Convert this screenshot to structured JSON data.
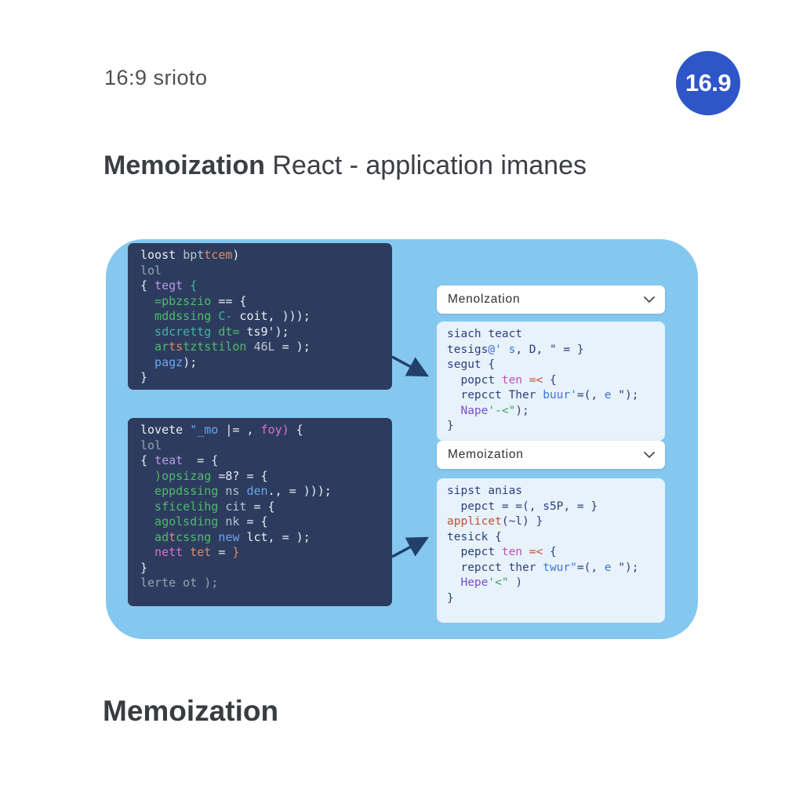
{
  "header": {
    "top_left_label": "16:9 srioto",
    "badge_text": "16.9"
  },
  "title": {
    "bold": "Memoization",
    "rest": " React - application imanes"
  },
  "footer": {
    "label": "Memoization"
  },
  "panel": {
    "dropdowns": [
      {
        "label": "Menolzation",
        "icon": "chevron-down"
      },
      {
        "label": "Memoization",
        "icon": "chevron-down"
      }
    ],
    "arrow_icons": [
      "flow-arrow-down-right",
      "flow-arrow-up-right"
    ]
  },
  "theme": {
    "badge_bg": "#2e56c9",
    "panel_bg": "#85c8ef",
    "dark_code_bg": "#2d3c5e",
    "light_code_bg": "#e7f2fb",
    "arrow_color": "#23406b"
  },
  "token_colors": {
    "w": "#e9edf4",
    "g": "#99a2b3",
    "lg": "#b9c2d0",
    "pu": "#b79ae4",
    "gr": "#4fba6b",
    "te": "#43b3a2",
    "or": "#dd8b66",
    "bl": "#6aa4f0",
    "pk": "#d870cc",
    "n": "#2d3f7c",
    "ma": "#c24fb5",
    "rd": "#c84b32",
    "b2": "#3f73d6",
    "p2": "#7b4ecb",
    "g2": "#3fa05f"
  },
  "code_blocks": {
    "dark1": [
      [
        [
          "loost ",
          "w"
        ],
        [
          "bpt",
          "lg"
        ],
        [
          "tcem",
          "or"
        ],
        [
          ")",
          "w"
        ]
      ],
      [
        [
          "lol",
          "g"
        ]
      ],
      [
        [
          "{ ",
          "w"
        ],
        [
          "tegt",
          "pu"
        ],
        [
          " {",
          "te"
        ]
      ],
      [
        [
          "  =pbzszio",
          "gr"
        ],
        [
          " == {",
          "w"
        ]
      ],
      [
        [
          "  mddssing",
          "gr"
        ],
        [
          " C-",
          "te"
        ],
        [
          " coit, )));",
          "w"
        ]
      ],
      [
        [
          "  sdcrettg",
          "te"
        ],
        [
          " dt=",
          "gr"
        ],
        [
          " ts9');",
          "w"
        ]
      ],
      [
        [
          "  ar",
          "gr"
        ],
        [
          "ts",
          "or"
        ],
        [
          "tztstilon",
          "gr"
        ],
        [
          " 46L",
          "lg"
        ],
        [
          " = );",
          "w"
        ]
      ],
      [
        [
          "  pagz",
          "bl"
        ],
        [
          ");",
          "w"
        ]
      ],
      [
        [
          "}",
          "w"
        ]
      ]
    ],
    "dark2": [
      [
        [
          "lovete ",
          "w"
        ],
        [
          "\"_mo",
          "bl"
        ],
        [
          " |= , ",
          "w"
        ],
        [
          "foy)",
          "pk"
        ],
        [
          " {",
          "w"
        ]
      ],
      [
        [
          "lol",
          "g"
        ]
      ],
      [
        [
          "{ ",
          "w"
        ],
        [
          "teat",
          "pu"
        ],
        [
          "  = {",
          "w"
        ]
      ],
      [
        [
          "  )opsizag",
          "gr"
        ],
        [
          " =8? = {",
          "w"
        ]
      ],
      [
        [
          "  eppdssing",
          "gr"
        ],
        [
          " ns ",
          "lg"
        ],
        [
          "den",
          "bl"
        ],
        [
          "., = )));",
          "w"
        ]
      ],
      [
        [
          "  sficelihg",
          "gr"
        ],
        [
          " cit",
          "lg"
        ],
        [
          " = {",
          "w"
        ]
      ],
      [
        [
          "  agolsding",
          "gr"
        ],
        [
          " nk",
          "lg"
        ],
        [
          " = {",
          "w"
        ]
      ],
      [
        [
          "  ad",
          "gr"
        ],
        [
          "t",
          "or"
        ],
        [
          "cssng",
          "gr"
        ],
        [
          " new",
          "bl"
        ],
        [
          " lct, = );",
          "w"
        ]
      ],
      [
        [
          "  nett",
          "pk"
        ],
        [
          " tet",
          "or"
        ],
        [
          " = ",
          "w"
        ],
        [
          "}",
          "or"
        ]
      ],
      [
        [
          "}",
          "w"
        ]
      ],
      [
        [
          "lerte ot );",
          "g"
        ]
      ]
    ],
    "light1": [
      [
        [
          "siach teact",
          "n"
        ]
      ],
      [
        [
          "tesigs",
          "n"
        ],
        [
          "@' s",
          "b2"
        ],
        [
          ", D, \" = }",
          "n"
        ]
      ],
      [
        [
          "segut {",
          "n"
        ]
      ],
      [
        [
          "  popct ",
          "n"
        ],
        [
          "ten",
          "ma"
        ],
        [
          " =<",
          "rd"
        ],
        [
          " {",
          "n"
        ]
      ],
      [
        [
          "  repcct Ther ",
          "n"
        ],
        [
          "buur'",
          "b2"
        ],
        [
          "=(, ",
          "n"
        ],
        [
          "e",
          "b2"
        ],
        [
          " \");",
          "n"
        ]
      ],
      [
        [
          "  Nape",
          "p2"
        ],
        [
          "'-<\"",
          "g2"
        ],
        [
          ");",
          "n"
        ]
      ],
      [
        [
          "}",
          "n"
        ]
      ]
    ],
    "light2": [
      [
        [
          "sipst anias",
          "n"
        ]
      ],
      [
        [
          "  pepct = =(, s5P, = }",
          "n"
        ]
      ],
      [
        [
          "applicet",
          "rd"
        ],
        [
          "(~l) }",
          "n"
        ]
      ],
      [
        [
          "tesick {",
          "n"
        ]
      ],
      [
        [
          "  pepct ",
          "n"
        ],
        [
          "ten",
          "ma"
        ],
        [
          " =<",
          "rd"
        ],
        [
          " {",
          "n"
        ]
      ],
      [
        [
          "  repcct ther ",
          "n"
        ],
        [
          "twur\"",
          "b2"
        ],
        [
          "=(, ",
          "n"
        ],
        [
          "e",
          "b2"
        ],
        [
          " \");",
          "n"
        ]
      ],
      [
        [
          "  Hepe",
          "p2"
        ],
        [
          "'<\"",
          "g2"
        ],
        [
          " )",
          "n"
        ]
      ],
      [
        [
          "}",
          "n"
        ]
      ]
    ]
  }
}
